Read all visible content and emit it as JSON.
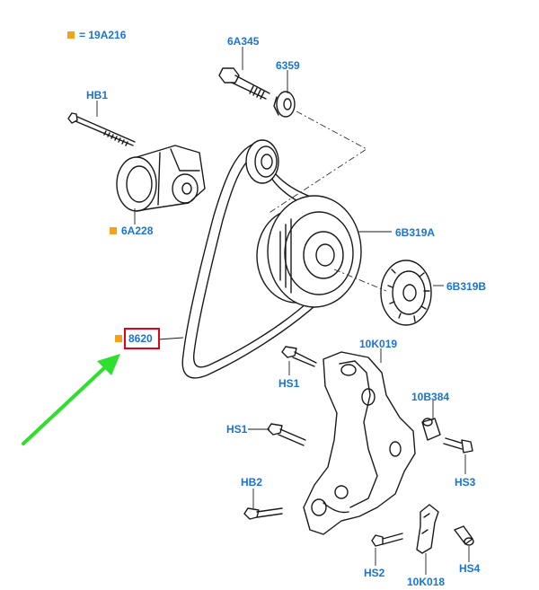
{
  "colors": {
    "label": "#1a73d6",
    "marker": "#f5a21b",
    "highlight": "#e3001b",
    "arrow": "#2ee02e",
    "line": "#1a1a1a"
  },
  "legend": {
    "equals": "= 19A216"
  },
  "labels": {
    "hb1": "HB1",
    "p6a345": "6A345",
    "p6359": "6359",
    "p6a228": "6A228",
    "p6b319a": "6B319A",
    "p6b319b": "6B319B",
    "p8620": "8620",
    "p10k019": "10K019",
    "hs1a": "HS1",
    "hs1b": "HS1",
    "p10b384": "10B384",
    "hs3": "HS3",
    "hb2": "HB2",
    "hs2": "HS2",
    "p10k018": "10K018",
    "hs4": "HS4"
  },
  "highlighted_part": "8620",
  "marked_parts": [
    "6A228",
    "8620"
  ]
}
